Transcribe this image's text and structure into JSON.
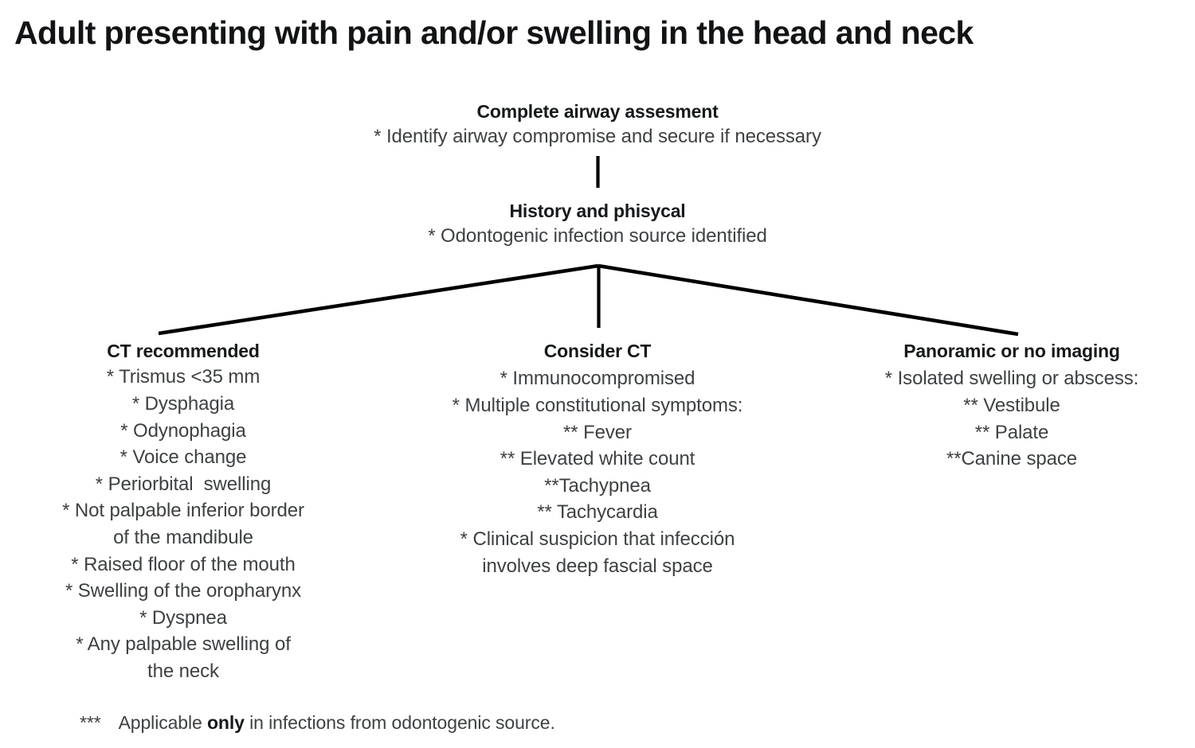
{
  "title": "Adult presenting with pain and/or swelling in the head and neck",
  "flow": {
    "airway": {
      "heading": "Complete airway assesment",
      "lines": [
        "* Identify airway compromise and secure if necessary"
      ]
    },
    "history": {
      "heading": "History and phisycal",
      "lines": [
        "* Odontogenic infection source identified"
      ]
    },
    "branches": [
      {
        "heading": "CT recommended",
        "lines": [
          "* Trismus <35 mm",
          "* Dysphagia",
          "* Odynophagia",
          "* Voice change",
          "* Periorbital  swelling",
          "* Not palpable inferior border",
          "of the mandibule",
          "* Raised floor of the mouth",
          "* Swelling of the oropharynx",
          "* Dyspnea",
          "* Any palpable swelling of",
          "the neck"
        ]
      },
      {
        "heading": "Consider CT",
        "lines": [
          "* Immunocompromised",
          "* Multiple constitutional symptoms:",
          "** Fever",
          "** Elevated white count",
          "**Tachypnea",
          "** Tachycardia",
          "* Clinical suspicion that infección",
          "involves deep fascial space"
        ]
      },
      {
        "heading": "Panoramic or no imaging",
        "lines": [
          "* Isolated swelling or abscess:",
          "** Vestibule",
          "** Palate",
          "**Canine space"
        ]
      }
    ]
  },
  "footnotes": {
    "marker": "***",
    "before_bold": "Applicable ",
    "bold": "only",
    "after_bold": " in infections from odontogenic source."
  },
  "colors": {
    "background": "#ffffff",
    "title": "#111315",
    "heading": "#16191b",
    "body": "#3e4143",
    "connector": "#000000"
  }
}
